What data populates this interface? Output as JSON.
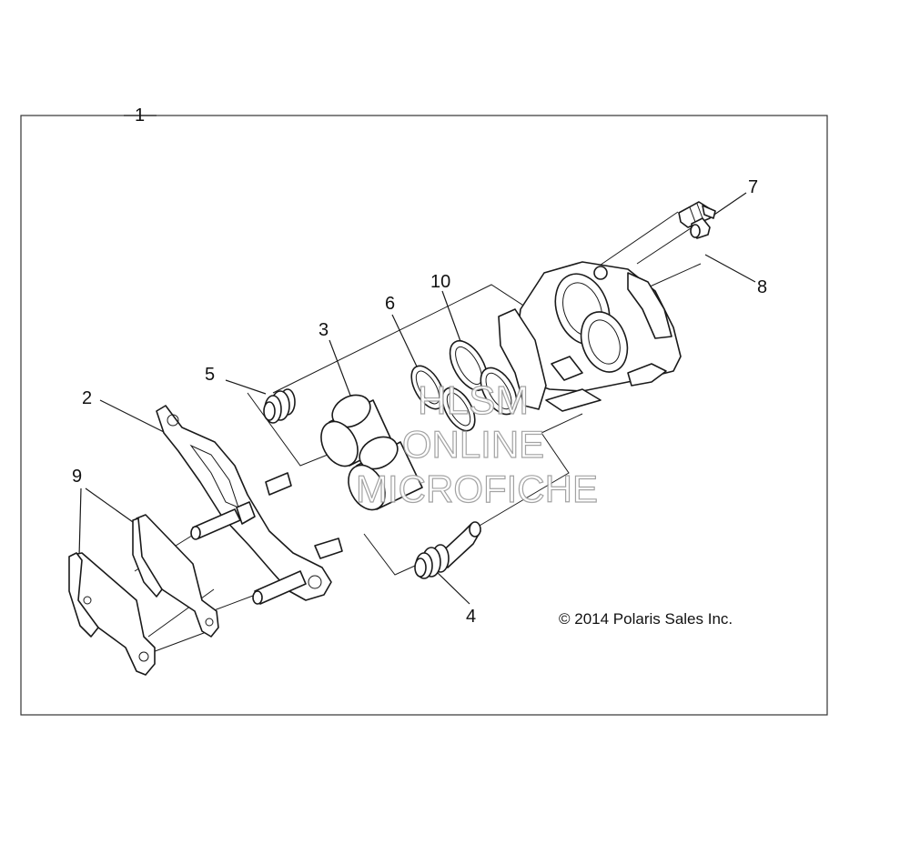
{
  "diagram": {
    "copyright": "© 2014 Polaris Sales Inc.",
    "callouts": [
      "1",
      "2",
      "3",
      "4",
      "5",
      "6",
      "7",
      "8",
      "9",
      "10"
    ],
    "watermark": {
      "line1": "HLSM",
      "line2": "ONLINE",
      "line3": "MICROFICHE"
    }
  }
}
